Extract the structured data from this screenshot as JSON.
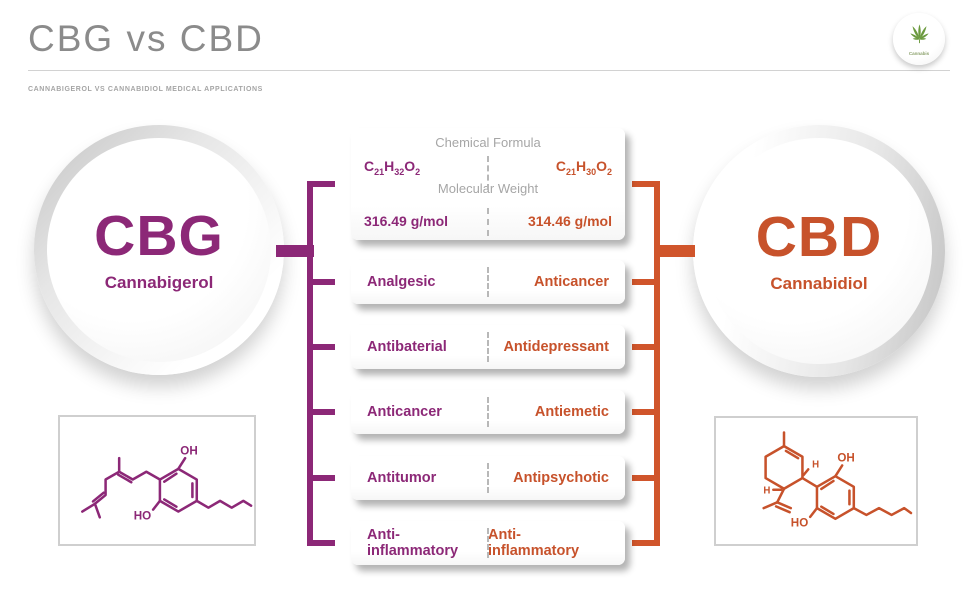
{
  "header": {
    "title": "CBG vs CBD",
    "subtitle": "CANNABIGEROL VS CANNABIDIOL MEDICAL APPLICATIONS"
  },
  "logo": {
    "label": "Cannabis"
  },
  "cbg": {
    "abbr": "CBG",
    "name": "Cannabigerol"
  },
  "cbd": {
    "abbr": "CBD",
    "name": "Cannabidiol"
  },
  "comparison": {
    "chemical_formula_label": "Chemical Formula",
    "molecular_weight_label": "Molecular Weight",
    "cbg_formula": {
      "e1": "C",
      "s1": "21",
      "e2": "H",
      "s2": "32",
      "e3": "O",
      "s3": "2"
    },
    "cbd_formula": {
      "e1": "C",
      "s1": "21",
      "e2": "H",
      "s2": "30",
      "e3": "O",
      "s3": "2"
    },
    "cbg_weight": "316.49 g/mol",
    "cbd_weight": "314.46 g/mol",
    "rows": [
      {
        "cbg": "Analgesic",
        "cbd": "Anticancer"
      },
      {
        "cbg": "Antibaterial",
        "cbd": "Antidepressant"
      },
      {
        "cbg": "Anticancer",
        "cbd": "Antiemetic"
      },
      {
        "cbg": "Antitumor",
        "cbd": "Antipsychotic"
      },
      {
        "cbg": "Anti-inflammatory",
        "cbd": "Anti-inflammatory"
      }
    ]
  },
  "structures": {
    "cbg": {
      "oh": "OH",
      "ho": "HO"
    },
    "cbd": {
      "oh": "OH",
      "ho": "HO",
      "h_top": "H",
      "h_left": "H"
    }
  },
  "colors": {
    "cbg_purple": "#8C2877",
    "cbd_orange": "#C7522B",
    "title_gray": "#8B8B8B",
    "leaf_green": "#6B9A3E"
  }
}
